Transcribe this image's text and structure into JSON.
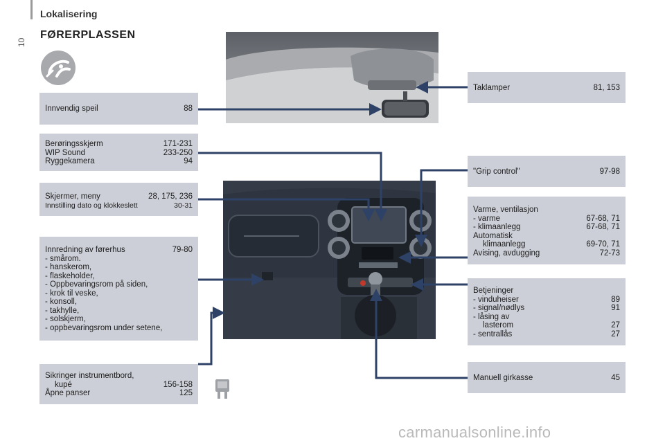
{
  "header": {
    "section": "Lokalisering",
    "page_number": "10",
    "title": "FØRERPLASSEN"
  },
  "boxes": {
    "innvendig_speil": {
      "label": "Innvendig speil",
      "page": "88"
    },
    "berorings": [
      {
        "label": "Berøringsskjerm",
        "page": "171-231"
      },
      {
        "label": "WIP Sound",
        "page": "233-250"
      },
      {
        "label": "Ryggekamera",
        "page": "94"
      }
    ],
    "skjermer": [
      {
        "label": "Skjermer, meny",
        "page": "28, 175, 236"
      },
      {
        "label": "Innstilling dato og klokkeslett",
        "page": "30-31"
      }
    ],
    "innredning": {
      "label": "Innredning av førerhus",
      "page": "79-80",
      "items": [
        "-  smårom.",
        "-  hanskerom,",
        "-  flaskeholder,",
        "-  Oppbevaringsrom på siden,",
        "-  krok til veske,",
        "-  konsoll,",
        "-  takhylle,",
        "-  solskjerm,",
        "-  oppbevaringsrom under setene,"
      ]
    },
    "sikringer": {
      "line1": "Sikringer instrumentbord,",
      "line2": "kupé",
      "line2_page": "156-158",
      "line3": "Åpne panser",
      "line3_page": "125"
    },
    "taklamper": {
      "label": "Taklamper",
      "page": "81, 153"
    },
    "grip": {
      "label": "\"Grip control\"",
      "page": "97-98"
    },
    "varme": [
      {
        "label": "Varme, ventilasjon",
        "page": ""
      },
      {
        "label": "-  varme",
        "page": "67-68, 71"
      },
      {
        "label": "-  klimaanlegg",
        "page": "67-68, 71"
      },
      {
        "label": "Automatisk",
        "page": ""
      },
      {
        "label": "klimaanlegg",
        "page": "69-70, 71",
        "indent": true
      },
      {
        "label": "Avising, avdugging",
        "page": "72-73"
      }
    ],
    "betjeninger": [
      {
        "label": "Betjeninger",
        "page": ""
      },
      {
        "label": "-  vinduheiser",
        "page": "89"
      },
      {
        "label": "-  signal/nødlys",
        "page": "91"
      },
      {
        "label": "-  låsing av",
        "page": ""
      },
      {
        "label": "lasterom",
        "page": "27",
        "indent": true
      },
      {
        "label": "-  sentrallås",
        "page": "27"
      }
    ],
    "gir": {
      "label": "Manuell girkasse",
      "page": "45"
    }
  },
  "watermark": "carmanualsonline.info",
  "colors": {
    "box_bg": "#cccfd7",
    "connector": "#2d4266",
    "dashboard": "#2c3440"
  },
  "icons": [
    "steering-wheel-icon",
    "fuse-icon"
  ]
}
